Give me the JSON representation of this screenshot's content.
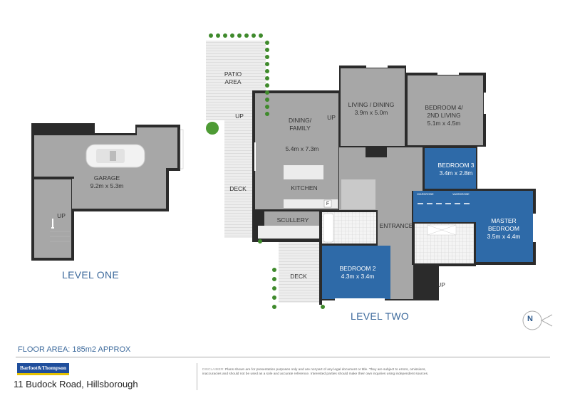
{
  "levels": {
    "level_one": "LEVEL ONE",
    "level_two": "LEVEL TWO"
  },
  "rooms": {
    "garage": {
      "name": "GARAGE",
      "size": "9.2m x 5.3m"
    },
    "garage_up": "UP",
    "patio": {
      "name1": "PATIO",
      "name2": "AREA"
    },
    "patio_up": "UP",
    "deck_upper": "DECK",
    "deck_lower": "DECK",
    "dining_family": {
      "name1": "DINING/",
      "name2": "FAMILY",
      "size": "5.4m x 7.3m"
    },
    "dining_up": "UP",
    "kitchen": "KITCHEN",
    "fridge": "F",
    "scullery": "SCULLERY",
    "living_dining": {
      "name": "LIVING / DINING",
      "size": "3.9m x 5.0m"
    },
    "bedroom4": {
      "name1": "BEDROOM 4/",
      "name2": "2ND LIVING",
      "size": "5.1m x 4.5m"
    },
    "bedroom3": {
      "name": "BEDROOM 3",
      "size": "3.4m x 2.8m"
    },
    "master": {
      "name1": "MASTER",
      "name2": "BEDROOM",
      "size": "3.5m x 4.4m"
    },
    "wardrobe": "WARDROBE",
    "entrance": "ENTRANCE",
    "bedroom2": {
      "name": "BEDROOM 2",
      "size": "4.3m x 3.4m"
    },
    "entry_up": "UP"
  },
  "compass": {
    "label": "N"
  },
  "footer": {
    "floor_area": "FLOOR AREA: 185m2 APPROX",
    "logo": "Barfoot&Thompson",
    "address": "11 Budock Road, Hillsborough",
    "disclaimer_label": "DISCLAIMER:",
    "disclaimer_text": "Plans shown are for presentation purposes only and are not part of any legal document or title. They are subject to errors, omissions, inaccuracies and should not be used as a sole and accurate reference. Interested parties should make their own inquiries using independent sources."
  },
  "colors": {
    "room_grey": "#a7a7a7",
    "bedroom_blue": "#2e6aa8",
    "wall": "#2b2b2b",
    "label_blue": "#3d6a9c",
    "tree_green": "#3f8a2c"
  }
}
